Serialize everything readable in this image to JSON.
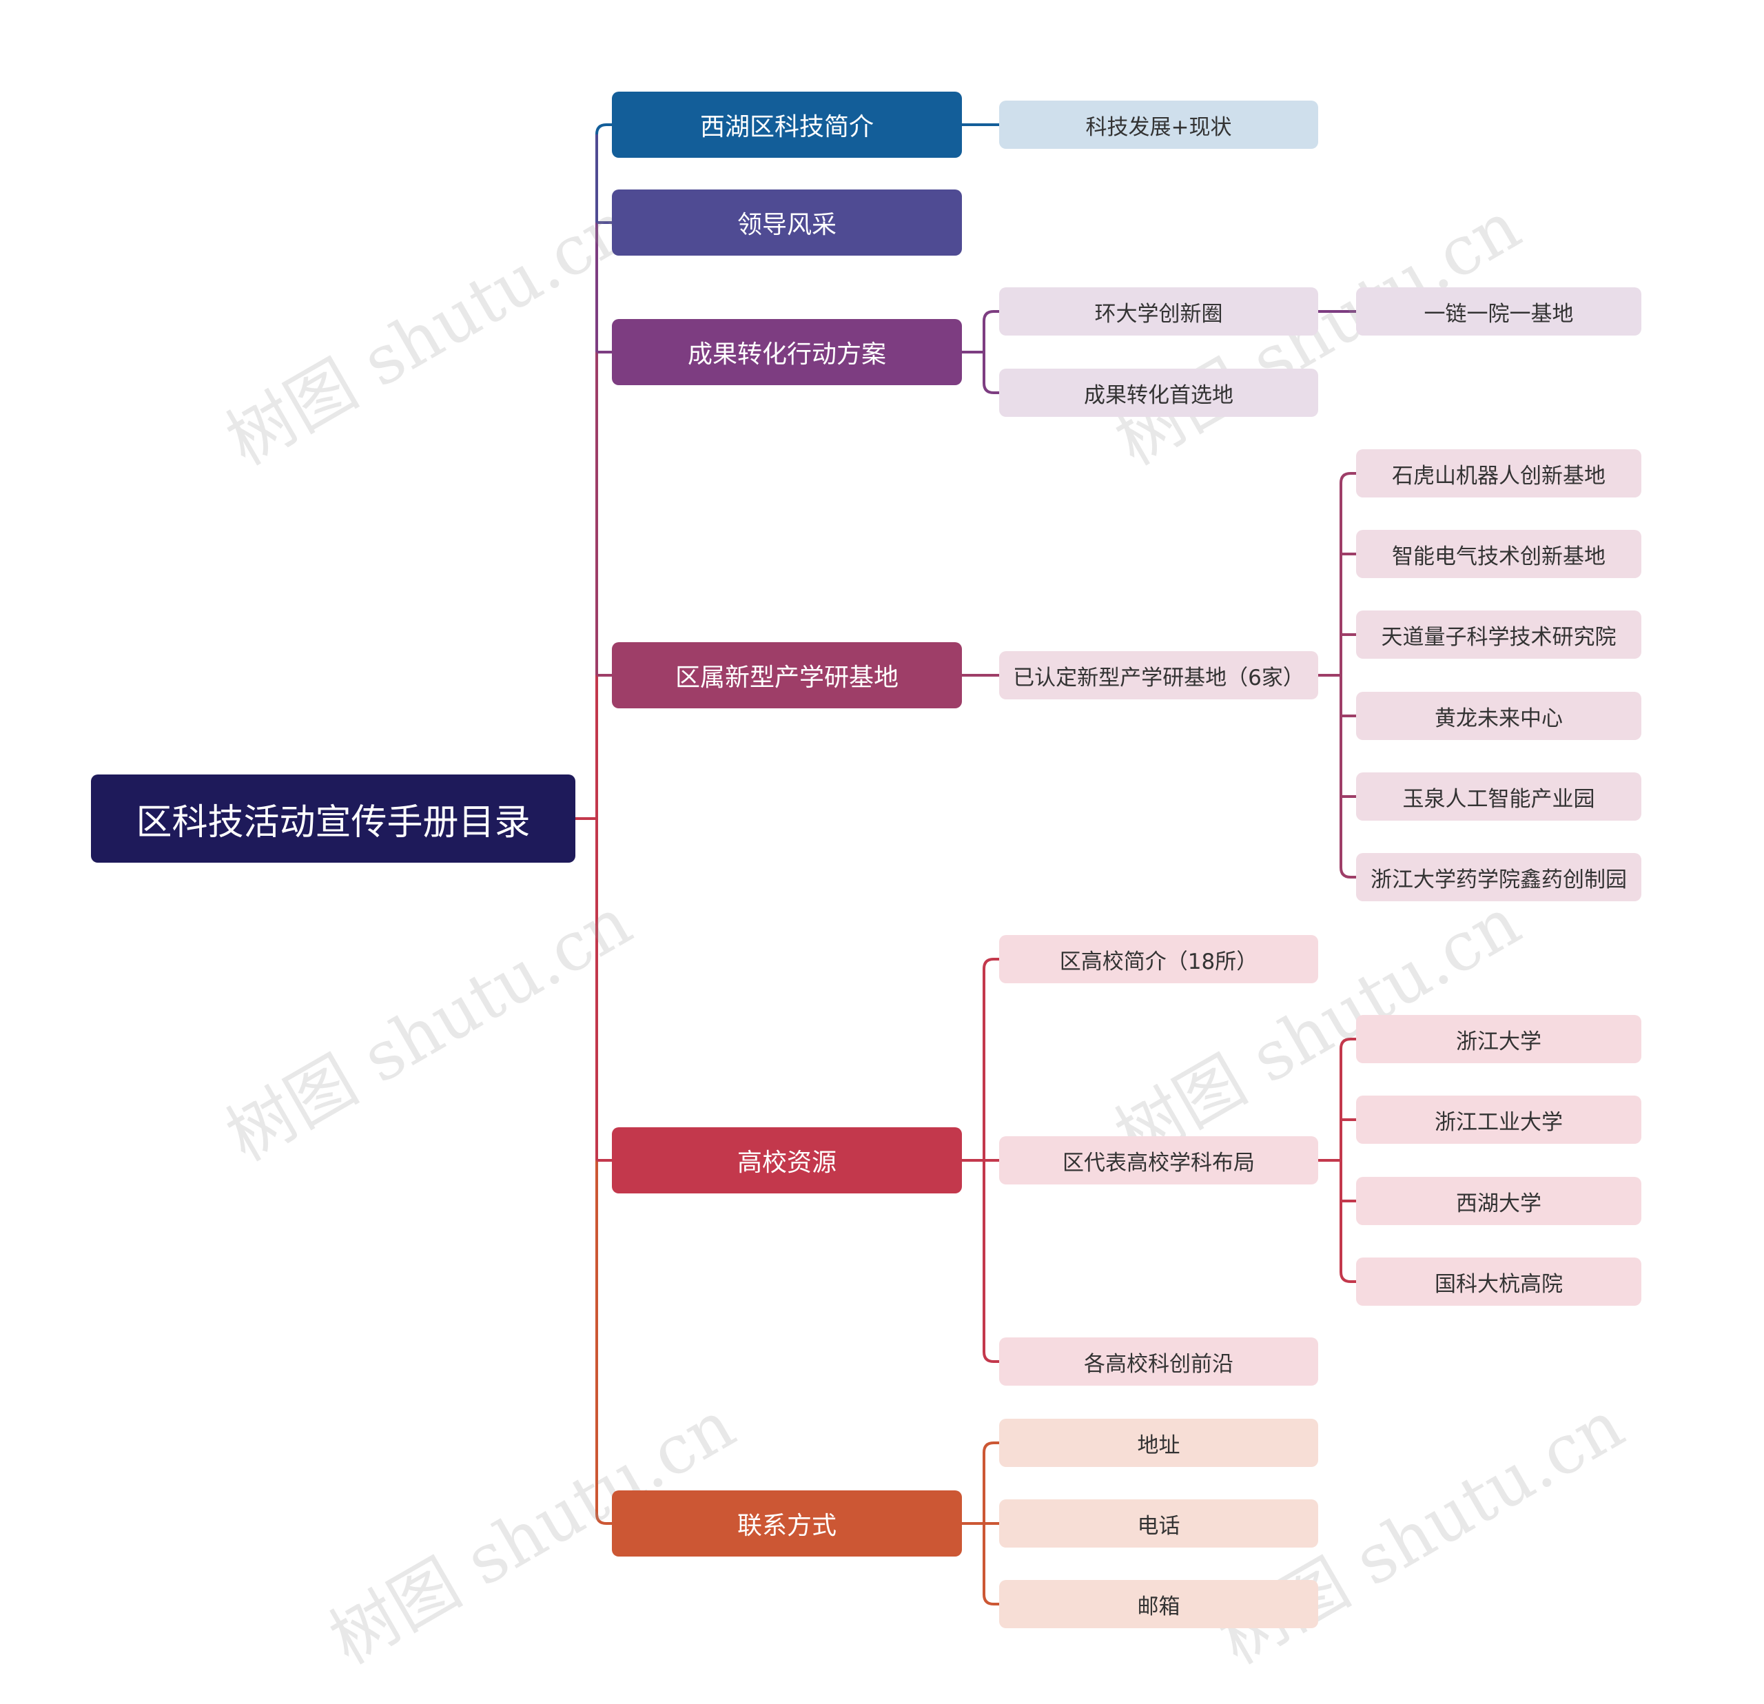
{
  "root": {
    "label": "区科技活动宣传手册目录",
    "color": "#1e1a5a"
  },
  "branches": [
    {
      "label": "西湖区科技简介",
      "color": "#135e99",
      "children": [
        {
          "label": "科技发展+现状",
          "fill": "#cfdfec",
          "children": []
        }
      ]
    },
    {
      "label": "领导风采",
      "color": "#4f4b93",
      "children": []
    },
    {
      "label": "成果转化行动方案",
      "color": "#7d3d81",
      "children": [
        {
          "label": "环大学创新圈",
          "fill": "#e9dde9",
          "children": [
            {
              "label": "一链一院一基地"
            }
          ]
        },
        {
          "label": "成果转化首选地",
          "fill": "#e9dde9",
          "children": []
        }
      ]
    },
    {
      "label": "区属新型产学研基地",
      "color": "#9e3e68",
      "children": [
        {
          "label": "已认定新型产学研基地（6家）",
          "fill": "#f0dce4",
          "children": [
            {
              "label": "石虎山机器人创新基地"
            },
            {
              "label": "智能电气技术创新基地"
            },
            {
              "label": "天道量子科学技术研究院"
            },
            {
              "label": "黄龙未来中心"
            },
            {
              "label": "玉泉人工智能产业园"
            },
            {
              "label": "浙江大学药学院鑫药创制园"
            }
          ]
        }
      ]
    },
    {
      "label": "高校资源",
      "color": "#c3384c",
      "children": [
        {
          "label": "区高校简介（18所）",
          "fill": "#f6dbe0",
          "children": []
        },
        {
          "label": "区代表高校学科布局",
          "fill": "#f6dbe0",
          "children": [
            {
              "label": "浙江大学"
            },
            {
              "label": "浙江工业大学"
            },
            {
              "label": "西湖大学"
            },
            {
              "label": "国科大杭高院"
            }
          ]
        },
        {
          "label": "各高校科创前沿",
          "fill": "#f6dbe0",
          "children": []
        }
      ]
    },
    {
      "label": "联系方式",
      "color": "#cc5734",
      "children": [
        {
          "label": "地址",
          "fill": "#f7ded6",
          "children": []
        },
        {
          "label": "电话",
          "fill": "#f7ded6",
          "children": []
        },
        {
          "label": "邮箱",
          "fill": "#f7ded6",
          "children": []
        }
      ]
    }
  ],
  "watermark": "树图 shutu.cn"
}
